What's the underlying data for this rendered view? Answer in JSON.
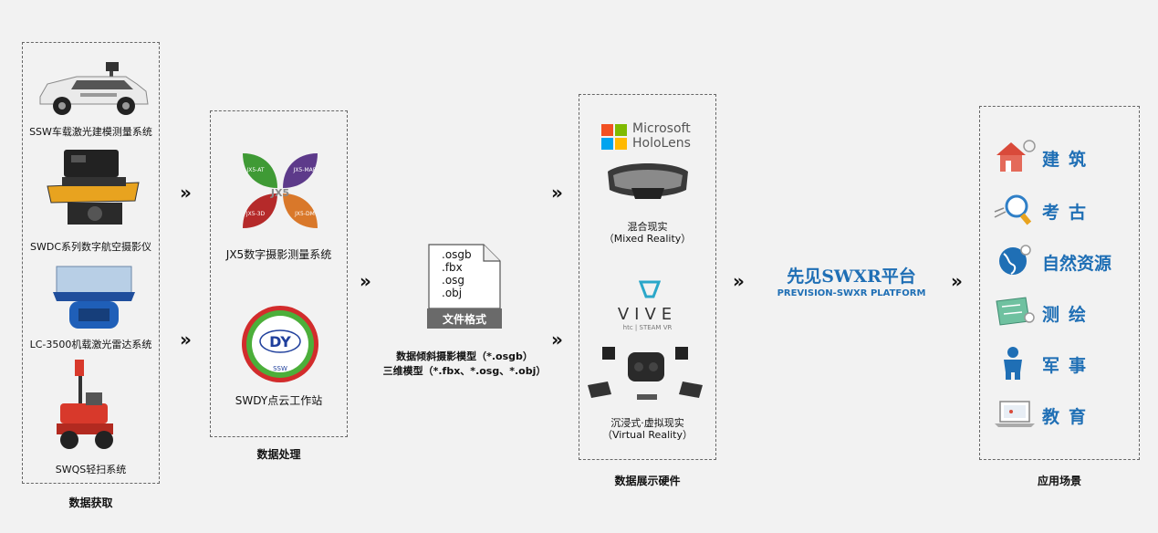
{
  "acquisition": {
    "title": "数据获取",
    "items": [
      {
        "label": "SSW车载激光建模测量系统"
      },
      {
        "label": "SWDC系列数字航空摄影仪"
      },
      {
        "label": "LC-3500机载激光雷达系统"
      },
      {
        "label": "SWQS轻扫系统"
      }
    ]
  },
  "processing": {
    "title": "数据处理",
    "jx5": {
      "center": "JX5",
      "petals": [
        "JX5-AT",
        "JX5-MAP",
        "JX5-3D",
        "JX5-DM"
      ],
      "label": "JX5数字摄影测量系统"
    },
    "swdy": {
      "logo_text": "DY",
      "logo_sub": "SSW",
      "label": "SWDY点云工作站"
    }
  },
  "file_format": {
    "lines": [
      ".osgb",
      ".fbx",
      ".osg",
      ".obj"
    ],
    "badge": "文件格式",
    "caption1": "数据倾斜摄影模型（*.osgb）",
    "caption2": "三维模型（*.fbx、*.osg、*.obj）"
  },
  "hardware": {
    "title": "数据展示硬件",
    "hololens": {
      "brand1": "Microsoft",
      "brand2": "HoloLens",
      "label1": "混合现实",
      "label2": "（Mixed Reality）"
    },
    "vive": {
      "brand": "VIVE",
      "sub": "htc | STEAM VR",
      "label1": "沉浸式·虚拟现实",
      "label2": "（Virtual Reality）"
    }
  },
  "platform": {
    "title": "先见SWXR平台",
    "subtitle": "PREVISION-SWXR PLATFORM"
  },
  "applications": {
    "title": "应用场景",
    "items": [
      {
        "label": "建筑"
      },
      {
        "label": "考古"
      },
      {
        "label": "自然资源"
      },
      {
        "label": "测绘"
      },
      {
        "label": "军事"
      },
      {
        "label": "教育"
      }
    ]
  },
  "arrow_symbol": "»",
  "colors": {
    "accent_blue": "#1f6fb5",
    "petal_green": "#3f9a35",
    "petal_purple": "#5d3a8a",
    "petal_red": "#b52a2a",
    "petal_orange": "#d9782a"
  }
}
